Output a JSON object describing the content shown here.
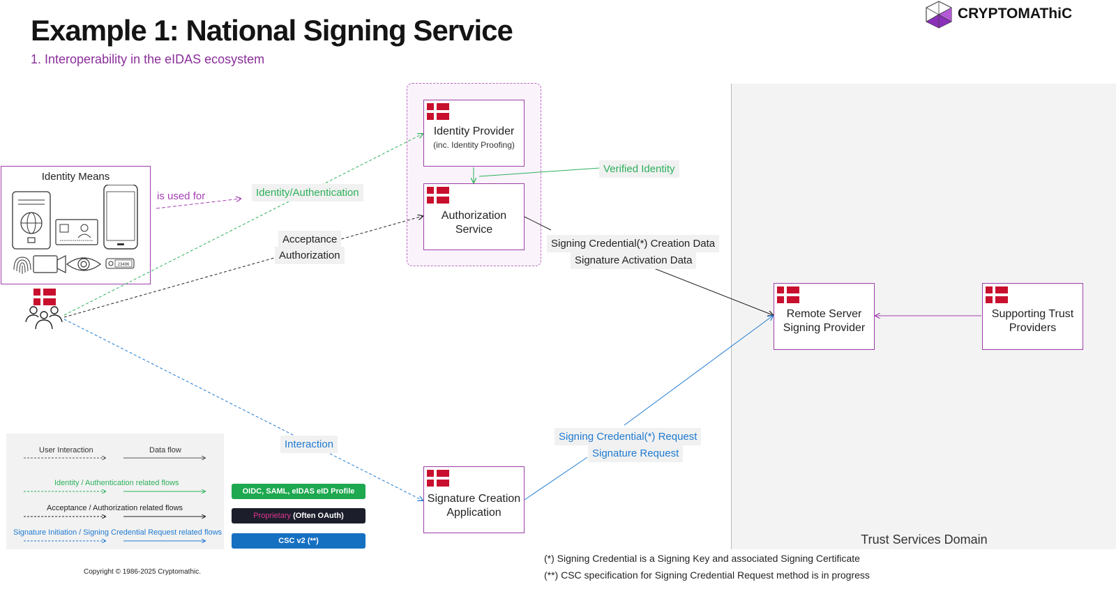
{
  "header": {
    "title": "Example 1: National Signing Service",
    "subtitle": "1. Interoperability in the eIDAS ecosystem",
    "logo_text": "CRYPTOMAThiC"
  },
  "nodes": {
    "identity_means": "Identity Means",
    "id_card_number": "23496",
    "identity_provider": "Identity Provider",
    "identity_provider_sub": "(inc. Identity Proofing)",
    "authorization_service_1": "Authorization",
    "authorization_service_2": "Service",
    "remote_server_1": "Remote Server",
    "remote_server_2": "Signing Provider",
    "supporting_trust_1": "Supporting Trust",
    "supporting_trust_2": "Providers",
    "sca_1": "Signature Creation",
    "sca_2": "Application"
  },
  "flows": {
    "is_used_for": "is used for",
    "identity_authentication": "Identity/Authentication",
    "verified_identity": "Verified Identity",
    "acceptance": "Acceptance",
    "authorization": "Authorization",
    "signing_credential_creation": "Signing Credential(*) Creation Data",
    "signature_activation": "Signature Activation Data",
    "interaction": "Interaction",
    "signing_credential_request": "Signing Credential(*) Request",
    "signature_request": "Signature Request"
  },
  "trust_domain_label": "Trust Services Domain",
  "legend": {
    "user_interaction": "User Interaction",
    "data_flow": "Data flow",
    "identity_flows": "Identity / Authentication related flows",
    "acceptance_flows": "Acceptance / Authorization related flows",
    "signature_flows": "Signature Initiation / Signing Credential Request related flows",
    "pill_green": "OIDC, SAML, eIDAS eID Profile",
    "pill_dark_pink": "Proprietary",
    "pill_dark_white": " (Often OAuth)",
    "pill_blue": "CSC v2 (**)"
  },
  "footnotes": {
    "note1": "(*) Signing Credential is a Signing Key and associated Signing Certificate",
    "note2": "(**) CSC specification for Signing Credential Request method is in progress"
  },
  "copyright": "Copyright © 1986-2025 Cryptomathic.",
  "colors": {
    "accent_purple": "#9b3da6",
    "identity_green": "#2cb05a",
    "signature_blue": "#1f7ad1",
    "proprietary_pink": "#e0358f",
    "denmark_red": "#c8102e"
  }
}
